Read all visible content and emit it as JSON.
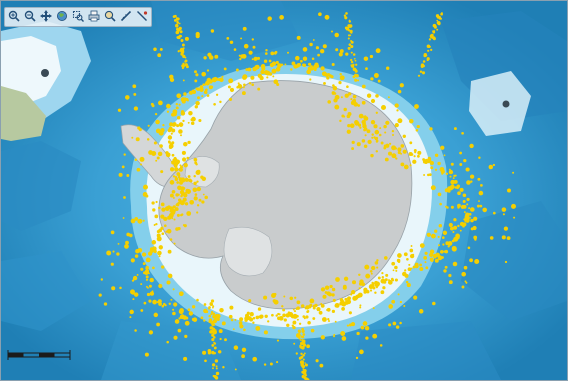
{
  "toolbar": {
    "tools": [
      {
        "id": "zoom-in",
        "icon": "zoom-in-icon"
      },
      {
        "id": "zoom-out",
        "icon": "zoom-out-icon"
      },
      {
        "id": "pan",
        "icon": "pan-icon"
      },
      {
        "id": "globe",
        "icon": "globe-icon"
      },
      {
        "id": "zoom-box",
        "icon": "zoom-box-icon"
      },
      {
        "id": "print",
        "icon": "print-icon"
      },
      {
        "id": "query",
        "icon": "query-icon"
      },
      {
        "id": "measure",
        "icon": "measure-icon"
      },
      {
        "id": "info",
        "icon": "info-icon"
      }
    ]
  },
  "map": {
    "colors": {
      "deep_ocean": "#1f7fb5",
      "mid_ocean": "#3fa3d6",
      "shelf_ocean": "#7fcbea",
      "ice_shelf": "#eaf6fb",
      "continent": "#c9cccd",
      "observations": "#f5cf00",
      "landmass": "#b7c9a0"
    }
  },
  "scalebar": {
    "icon": "scale-bar-icon"
  }
}
